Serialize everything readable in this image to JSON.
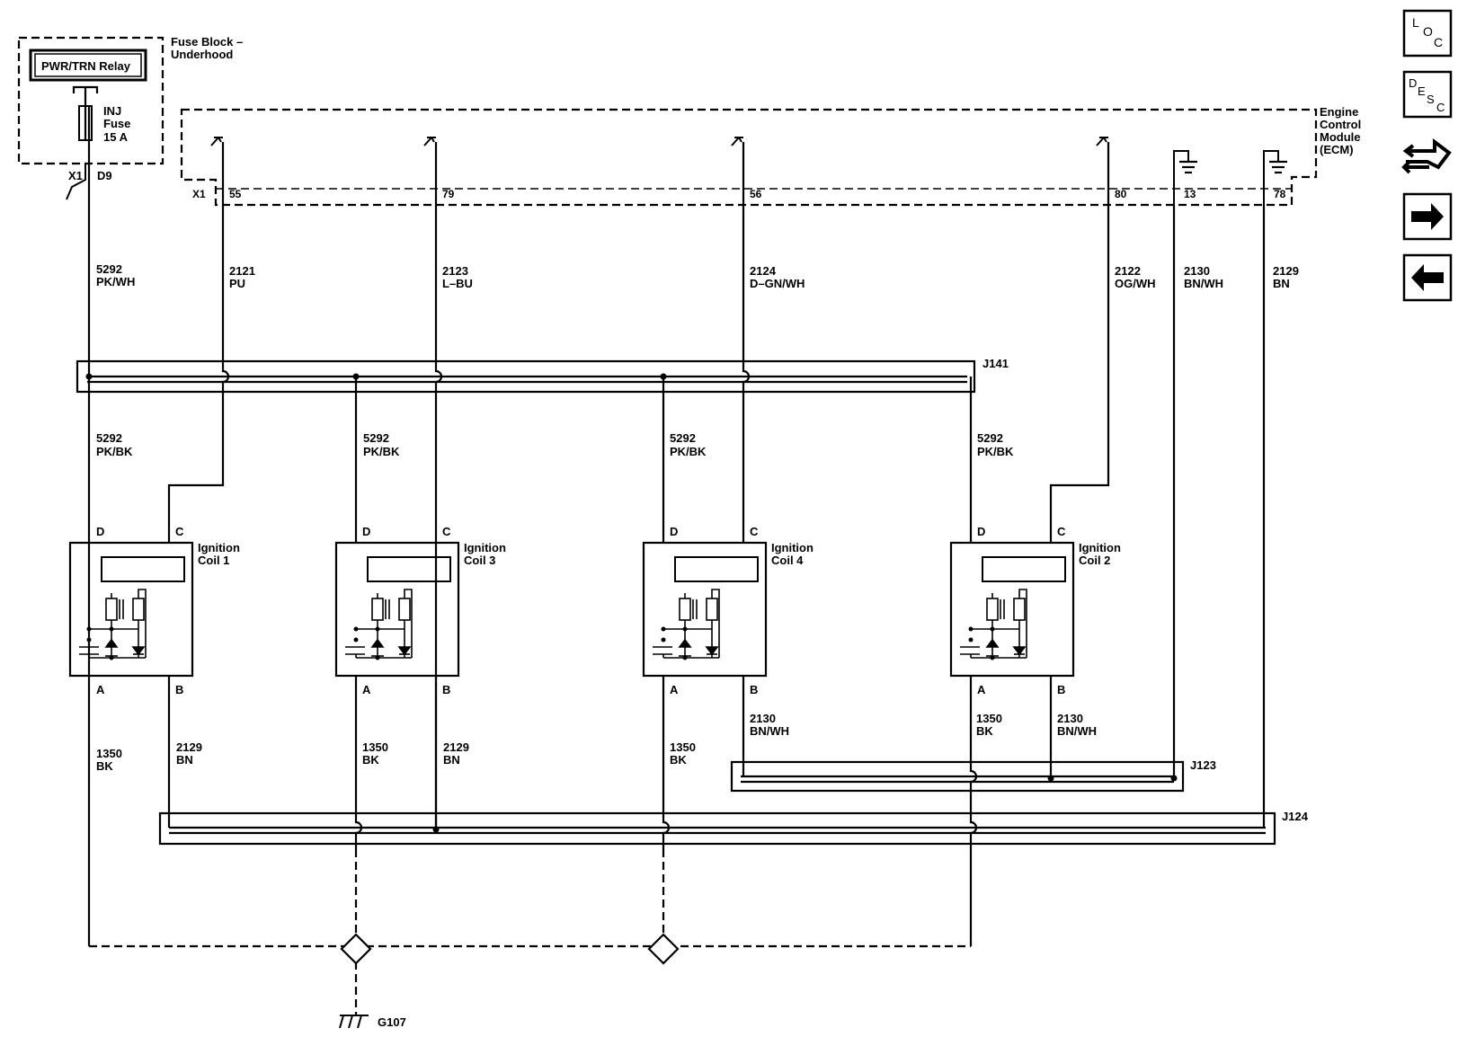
{
  "fuse_block": {
    "relay_label": "PWR/TRN Relay",
    "title_line1": "Fuse Block –",
    "title_line2": "Underhood",
    "fuse_line1": "INJ",
    "fuse_line2": "Fuse",
    "fuse_line3": "15 A",
    "connector": "X1",
    "pin": "D9"
  },
  "ecm": {
    "title_line1": "Engine",
    "title_line2": "Control",
    "title_line3": "Module",
    "title_line4": "(ECM)",
    "connector": "X1",
    "pins": [
      "55",
      "79",
      "56",
      "80",
      "13",
      "78"
    ]
  },
  "wires": {
    "w5292_top": {
      "circuit": "5292",
      "color": "PK/WH"
    },
    "w2121": {
      "circuit": "2121",
      "color": "PU"
    },
    "w2123": {
      "circuit": "2123",
      "color": "L–BU"
    },
    "w2124": {
      "circuit": "2124",
      "color": "D–GN/WH"
    },
    "w2122": {
      "circuit": "2122",
      "color": "OG/WH"
    },
    "w2130_top": {
      "circuit": "2130",
      "color": "BN/WH"
    },
    "w2129_top": {
      "circuit": "2129",
      "color": "BN"
    }
  },
  "splices": {
    "j141": "J141",
    "j123": "J123",
    "j124": "J124"
  },
  "coils": [
    {
      "name_line1": "Ignition",
      "name_line2": "Coil 1",
      "pin_d": "D",
      "pin_c": "C",
      "pin_a": "A",
      "pin_b": "B",
      "feed_circuit": "5292",
      "feed_color": "PK/BK",
      "a_circuit": "1350",
      "a_color": "BK",
      "b_circuit": "2129",
      "b_color": "BN"
    },
    {
      "name_line1": "Ignition",
      "name_line2": "Coil 3",
      "pin_d": "D",
      "pin_c": "C",
      "pin_a": "A",
      "pin_b": "B",
      "feed_circuit": "5292",
      "feed_color": "PK/BK",
      "a_circuit": "1350",
      "a_color": "BK",
      "b_circuit": "2129",
      "b_color": "BN"
    },
    {
      "name_line1": "Ignition",
      "name_line2": "Coil 4",
      "pin_d": "D",
      "pin_c": "C",
      "pin_a": "A",
      "pin_b": "B",
      "feed_circuit": "5292",
      "feed_color": "PK/BK",
      "a_circuit": "1350",
      "a_color": "BK",
      "b_circuit": "2130",
      "b_color": "BN/WH"
    },
    {
      "name_line1": "Ignition",
      "name_line2": "Coil 2",
      "pin_d": "D",
      "pin_c": "C",
      "pin_a": "A",
      "pin_b": "B",
      "feed_circuit": "5292",
      "feed_color": "PK/BK",
      "a_circuit": "1350",
      "a_color": "BK",
      "b_circuit": "2130",
      "b_color": "BN/WH"
    }
  ],
  "ground": {
    "label": "G107"
  },
  "nav": {
    "loc": {
      "l1": "L",
      "l2": "O",
      "l3": "C",
      "icon": "location-icon"
    },
    "desc": {
      "l1": "D",
      "l2": "E",
      "l3": "S",
      "l4": "C",
      "icon": "description-icon"
    },
    "connector_icon": "connector-tool-icon",
    "next_icon": "arrow-right-icon",
    "prev_icon": "arrow-left-icon"
  }
}
